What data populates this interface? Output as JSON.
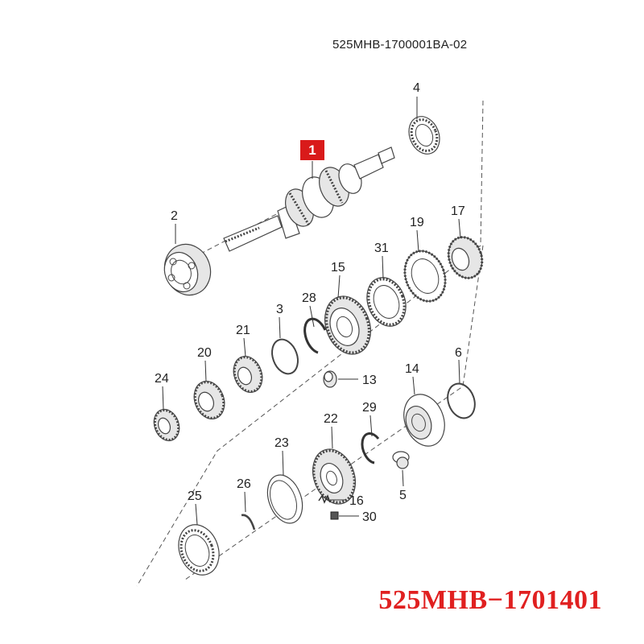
{
  "drawing_reference": "525MHB-1700001BA-02",
  "highlighted_callout": "1",
  "part_number_caption": "525MHB−1701401",
  "highlight_color": "#d91a1a",
  "caption_color": "#e02020",
  "callouts": [
    "2",
    "4",
    "17",
    "19",
    "31",
    "15",
    "28",
    "3",
    "21",
    "20",
    "24",
    "13",
    "14",
    "6",
    "29",
    "22",
    "23",
    "26",
    "25",
    "16",
    "30",
    "5"
  ]
}
